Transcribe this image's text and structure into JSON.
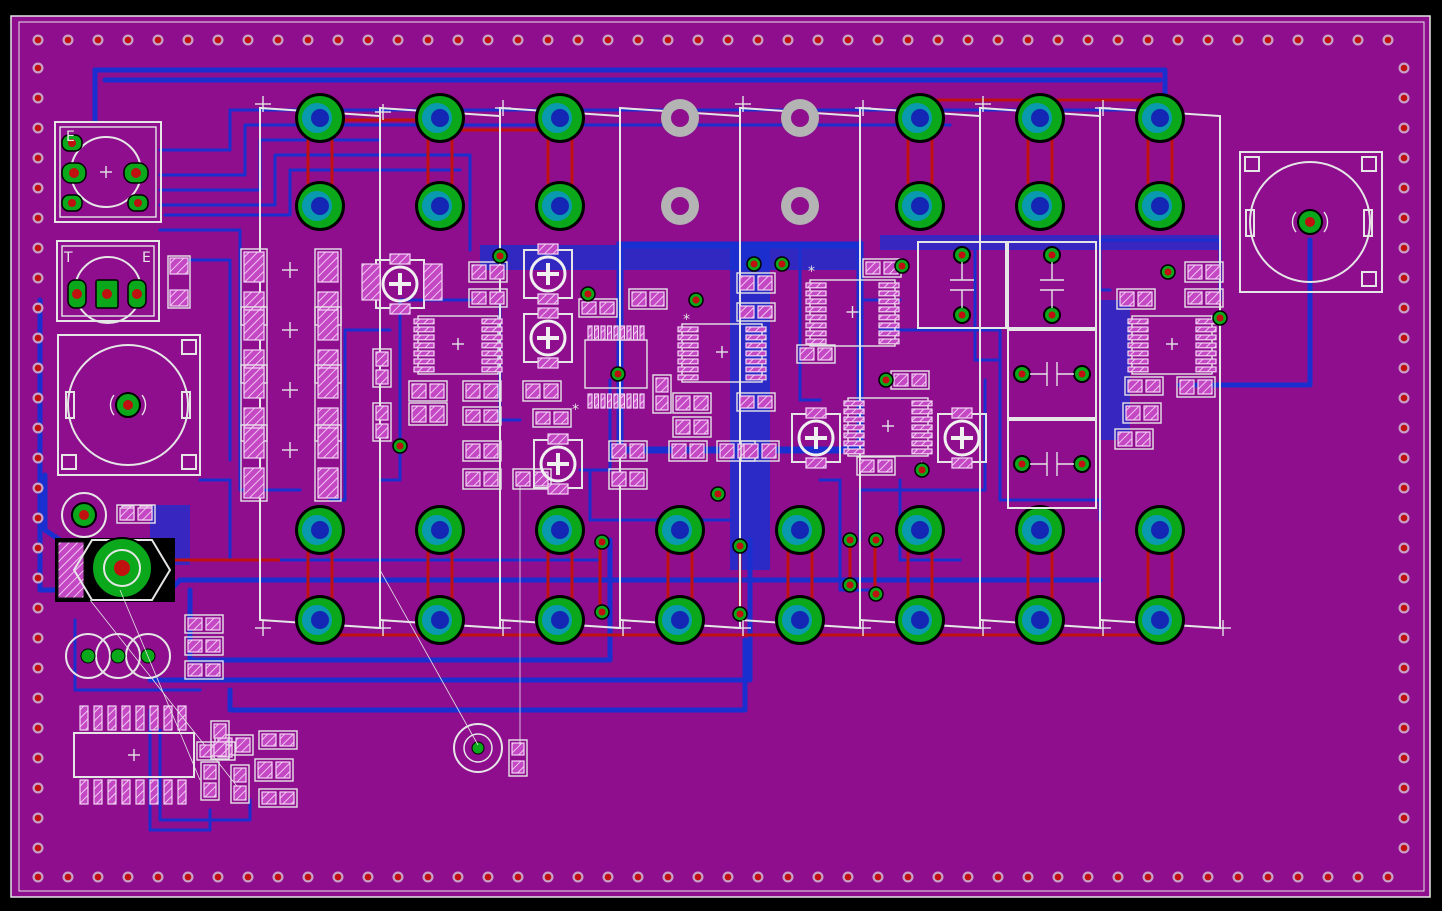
{
  "board": {
    "colors": {
      "background": "#000000",
      "substrate": "#8e0e8e",
      "copper_bottom": "#1a2fd0",
      "copper_top": "#c01010",
      "pad_ring": "#0aa81a",
      "pad_inner": "#0a9ab0",
      "drill": "#1426b4",
      "silkscreen": "#e6e6e6",
      "mount_hole": "#b4b4b4"
    },
    "labels": {
      "connector_top_e": "E",
      "connector_mid_t": "T",
      "connector_mid_e": "E",
      "ic_mark_1": "*",
      "ic_mark_2": "*",
      "ic_mark_3": "*",
      "ic_mark_4": "*"
    },
    "icons": {
      "via": "via-dot",
      "pad": "through-hole-pad",
      "cross": "origin-cross",
      "trimmer": "trimmer-pot-icon"
    }
  }
}
